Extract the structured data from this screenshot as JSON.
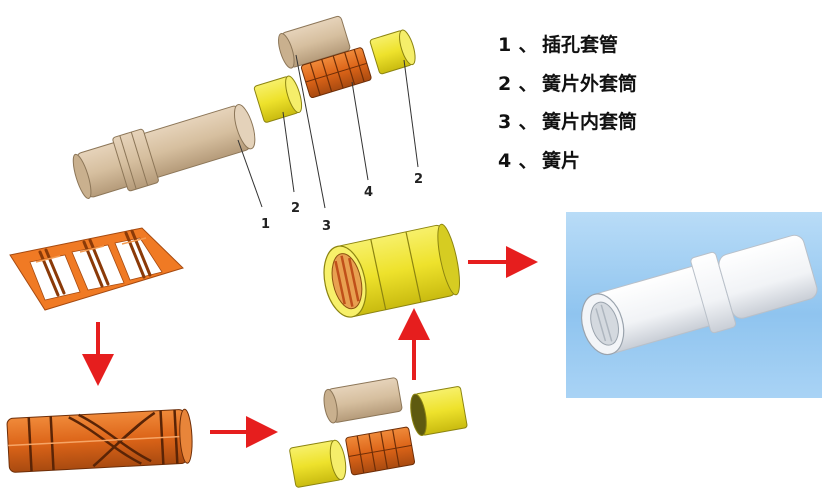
{
  "legend": {
    "items": [
      {
        "num": "1",
        "sep": "、",
        "label": "插孔套管"
      },
      {
        "num": "2",
        "sep": "、",
        "label": "簧片外套筒"
      },
      {
        "num": "3",
        "sep": "、",
        "label": "簧片内套筒"
      },
      {
        "num": "4",
        "sep": "、",
        "label": "簧片"
      }
    ]
  },
  "callouts": {
    "c1": "1",
    "c2a": "2",
    "c3": "3",
    "c4": "4",
    "c2b": "2"
  },
  "colors": {
    "tan": "#d9c2a5",
    "yellow": "#f2ea37",
    "copper": "#e06a1c",
    "arrow": "#e61e1e",
    "photo_bg": "#9ccaf0"
  }
}
